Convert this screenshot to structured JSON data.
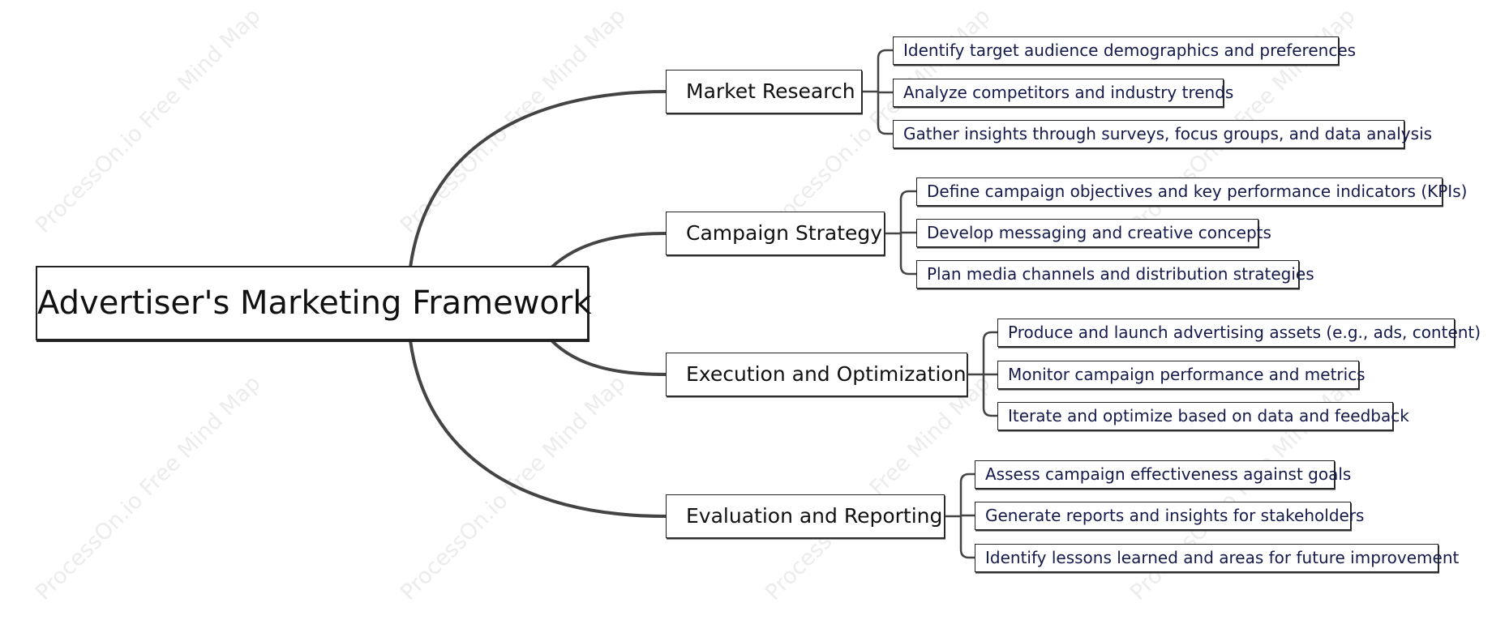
{
  "root": {
    "label": "Advertiser's Marketing Framework"
  },
  "watermark": "ProcessOn.io Free Mind Map",
  "branches": [
    {
      "label": "Market Research",
      "leaves": [
        "Identify target audience demographics and preferences",
        "Analyze competitors and industry trends",
        "Gather insights through surveys, focus groups, and data analysis"
      ]
    },
    {
      "label": "Campaign Strategy",
      "leaves": [
        "Define campaign objectives and key performance indicators (KPIs)",
        "Develop messaging and creative concepts",
        "Plan media channels and distribution strategies"
      ]
    },
    {
      "label": "Execution and Optimization",
      "leaves": [
        "Produce and launch advertising assets (e.g., ads, content)",
        "Monitor campaign performance and metrics",
        "Iterate and optimize based on data and feedback"
      ]
    },
    {
      "label": "Evaluation and Reporting",
      "leaves": [
        "Assess campaign effectiveness against goals",
        "Generate reports and insights for stakeholders",
        "Identify lessons learned and areas for future improvement"
      ]
    }
  ],
  "colors": {
    "line": "#444444",
    "text": "#111111",
    "leaf_text": "#141a4a",
    "watermark": "#ececec"
  }
}
